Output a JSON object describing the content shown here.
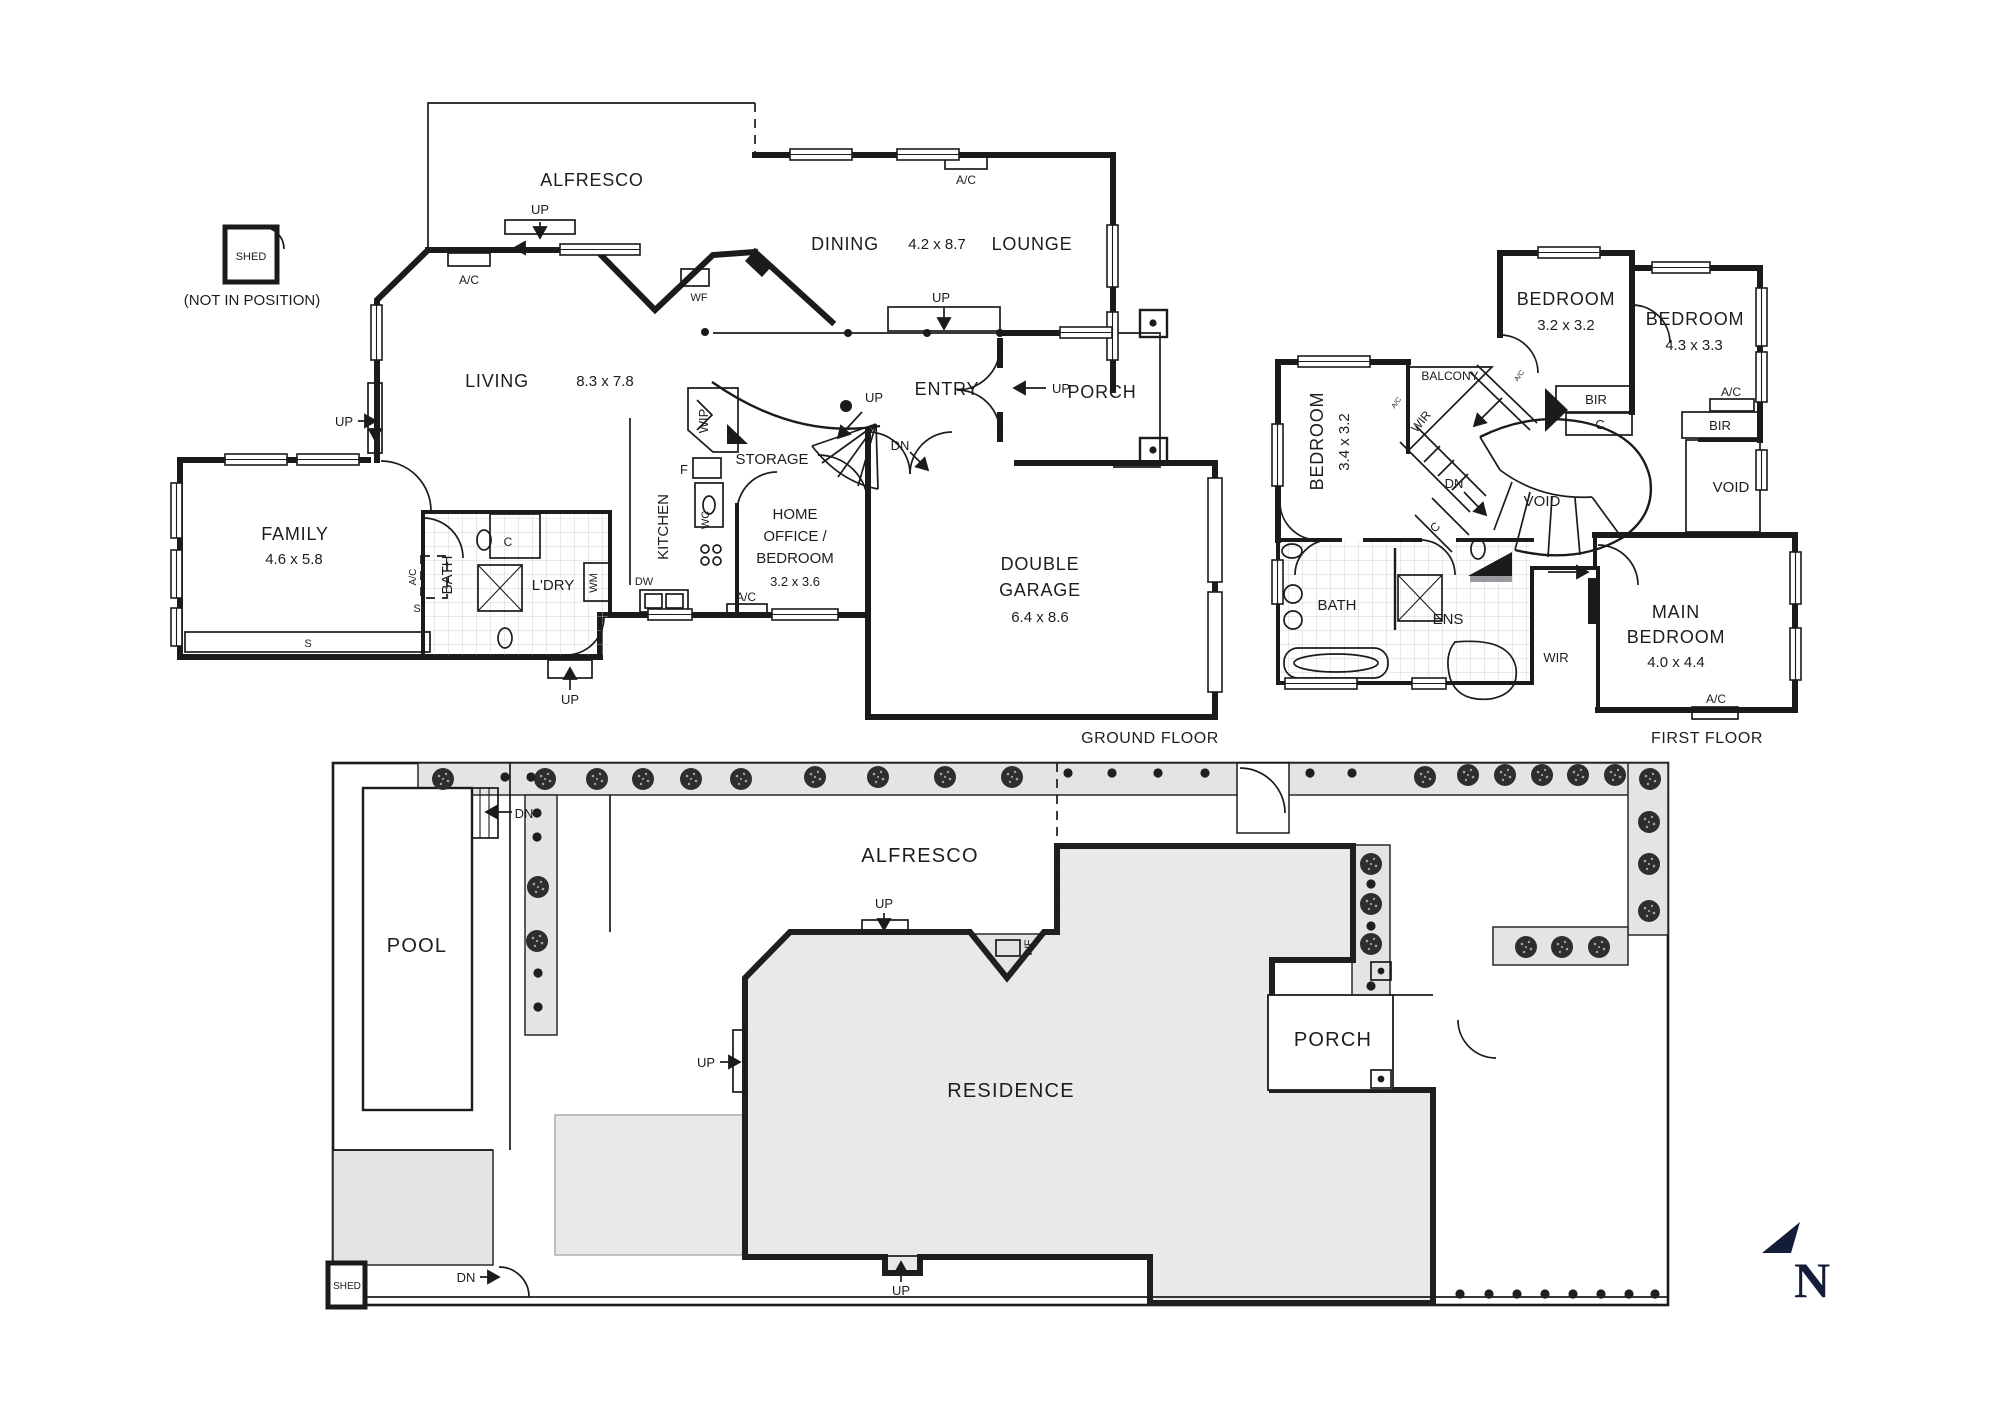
{
  "labels": {
    "up": "UP",
    "dn": "DN",
    "ac": "A/C",
    "wf": "WF",
    "c": "C",
    "s": "S",
    "bir": "BIR",
    "wir": "WIR",
    "void": "VOID",
    "wm": "WM",
    "dw": "DW",
    "f": "F",
    "wc": "WC",
    "wip": "WIP"
  },
  "ground_floor": {
    "title": "GROUND FLOOR",
    "shed": "SHED",
    "shed_note": "(NOT IN POSITION)",
    "alfresco": "ALFRESCO",
    "living": {
      "name": "LIVING",
      "dim": "8.3 x 7.8"
    },
    "dining": {
      "name": "DINING",
      "dim": "4.2 x 8.7"
    },
    "lounge": "LOUNGE",
    "entry": "ENTRY",
    "porch": "PORCH",
    "family": {
      "name": "FAMILY",
      "dim": "4.6 x 5.8"
    },
    "bath": "BATH",
    "laundry": "L'DRY",
    "kitchen": "KITCHEN",
    "storage": "STORAGE",
    "home_office": {
      "line1": "HOME",
      "line2": "OFFICE /",
      "line3": "BEDROOM",
      "dim": "3.2 x 3.6"
    },
    "garage": {
      "line1": "DOUBLE",
      "line2": "GARAGE",
      "dim": "6.4 x 8.6"
    }
  },
  "first_floor": {
    "title": "FIRST FLOOR",
    "bedroom1": {
      "name": "BEDROOM",
      "dim": "3.2 x 3.2"
    },
    "bedroom2": {
      "name": "BEDROOM",
      "dim": "4.3 x 3.3"
    },
    "bedroom3": {
      "name": "BEDROOM",
      "dim": "3.4 x 3.2"
    },
    "main_bedroom": {
      "line1": "MAIN",
      "line2": "BEDROOM",
      "dim": "4.0 x 4.4"
    },
    "balcony": "BALCONY",
    "bath": "BATH",
    "ens": "ENS"
  },
  "site_plan": {
    "pool": "POOL",
    "alfresco": "ALFRESCO",
    "residence": "RESIDENCE",
    "porch": "PORCH",
    "shed": "SHED",
    "north": "N"
  },
  "colors": {
    "paving": "#e9e9eb",
    "garden_bed": "#e4e4e6",
    "wall": "#1b1b1b",
    "north_marker": "#131c38"
  }
}
